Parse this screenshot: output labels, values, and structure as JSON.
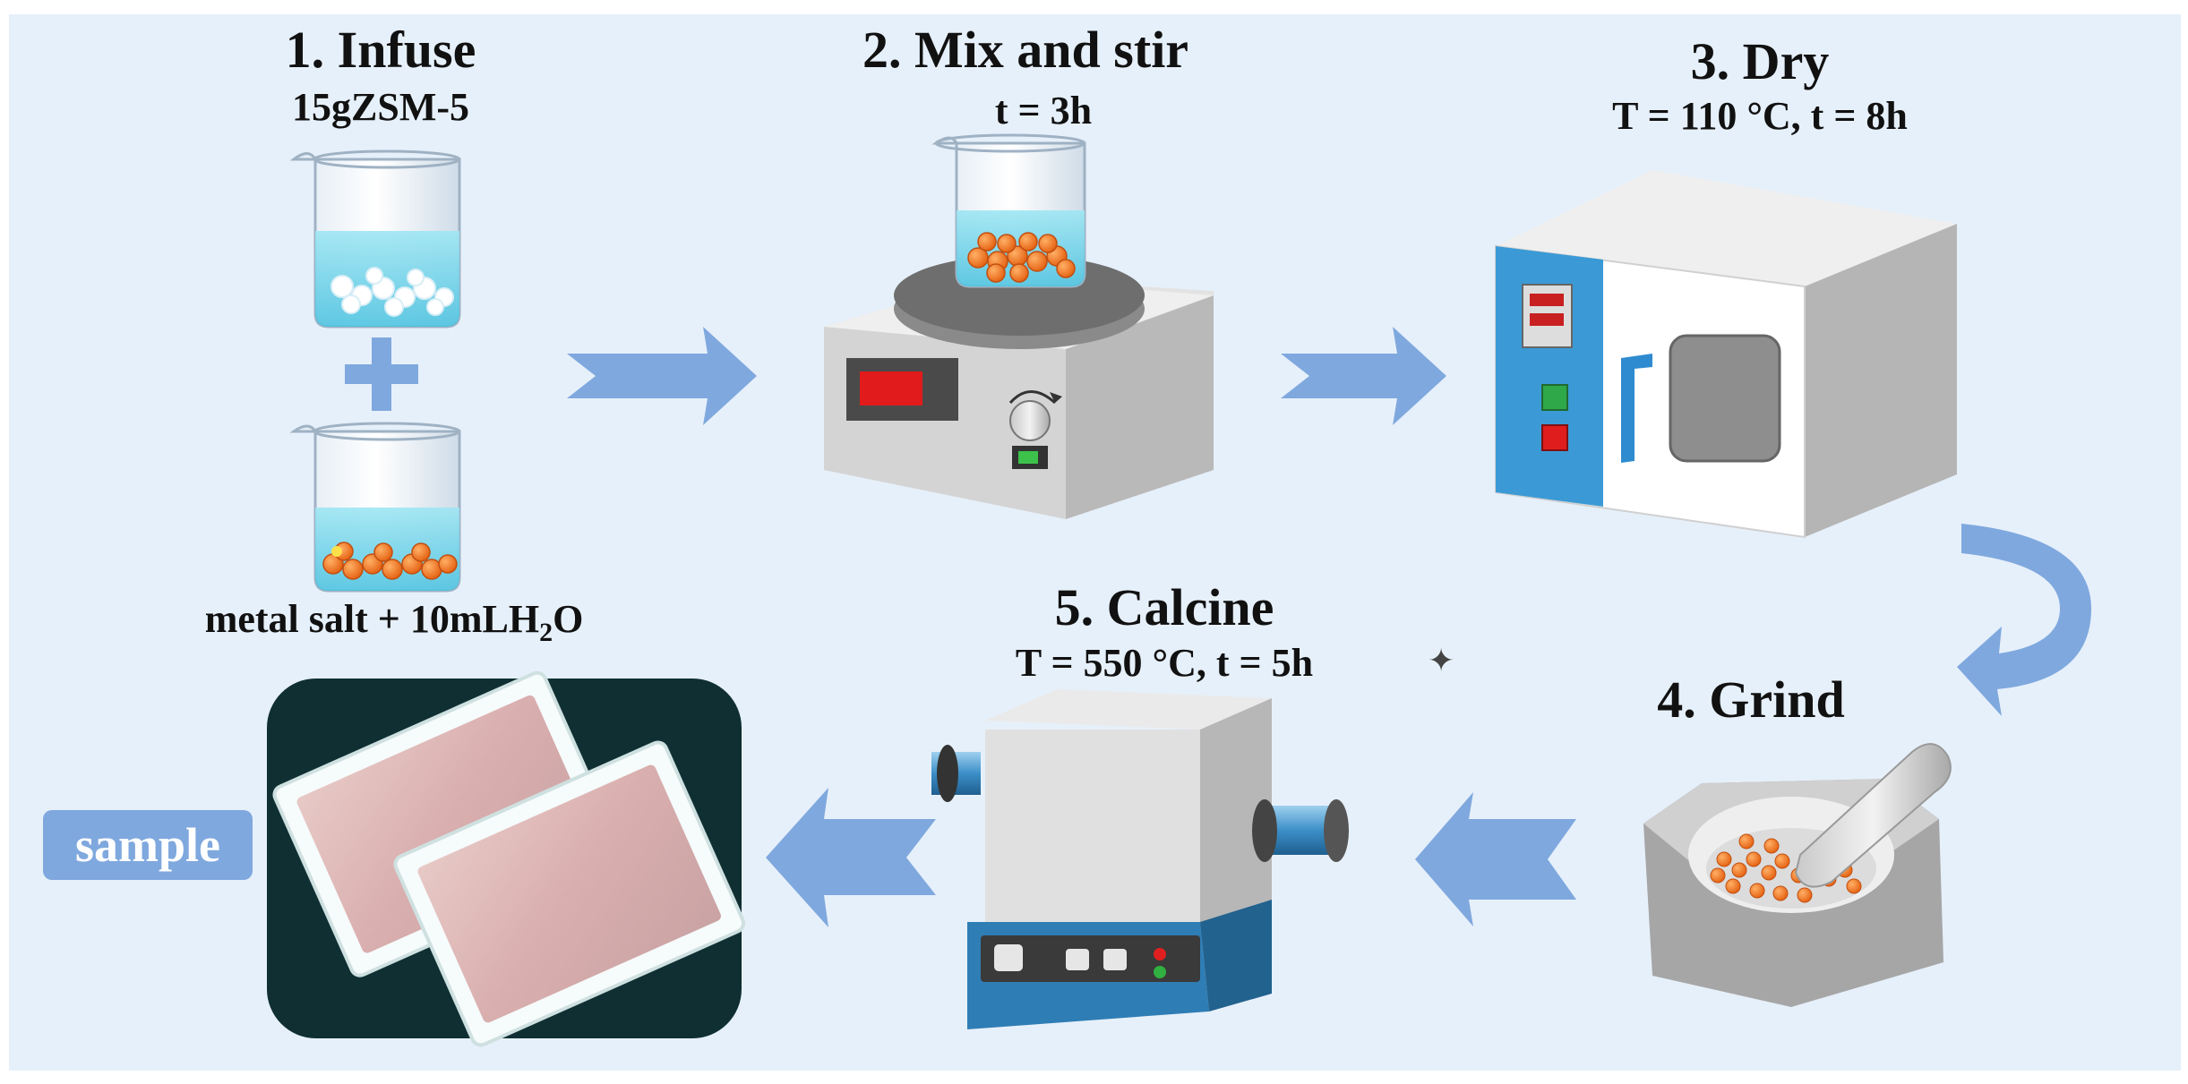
{
  "steps": {
    "infuse": {
      "title": "1. Infuse",
      "sub": "15gZSM-5",
      "bottom_pre": "metal salt + 10mLH",
      "bottom_sub": "2",
      "bottom_post": "O"
    },
    "mix": {
      "title": "2. Mix and stir",
      "sub": "t = 3h"
    },
    "dry": {
      "title": "3. Dry",
      "sub": "T = 110 °C, t = 8h"
    },
    "grind": {
      "title": "4. Grind"
    },
    "calcine": {
      "title": "5. Calcine",
      "sub": "T = 550 °C, t = 5h"
    }
  },
  "sample": {
    "label": "sample"
  },
  "icons": {
    "cursor": "move-cursor-icon"
  },
  "colors": {
    "background": "#e6f0fa",
    "arrow": "#7fa8de",
    "water": "#7fd8ec",
    "particle": "#f07a22",
    "oven_panel": "#3b9ad6",
    "furnace_base": "#2f7db5"
  }
}
